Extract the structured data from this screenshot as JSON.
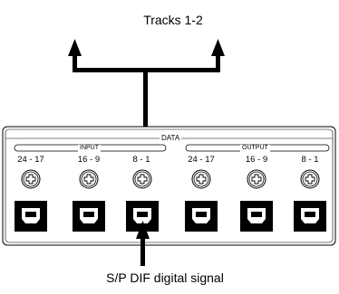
{
  "labels": {
    "top": "Tracks 1-2",
    "bottom": "S/P DIF digital signal",
    "panel": "DATA",
    "input_group": "INPUT",
    "output_group": "OUTPUT"
  },
  "ports": [
    {
      "label": "24 - 17"
    },
    {
      "label": "16 - 9"
    },
    {
      "label": "8 - 1"
    },
    {
      "label": "24 - 17"
    },
    {
      "label": "16 - 9"
    },
    {
      "label": "8 - 1"
    }
  ]
}
